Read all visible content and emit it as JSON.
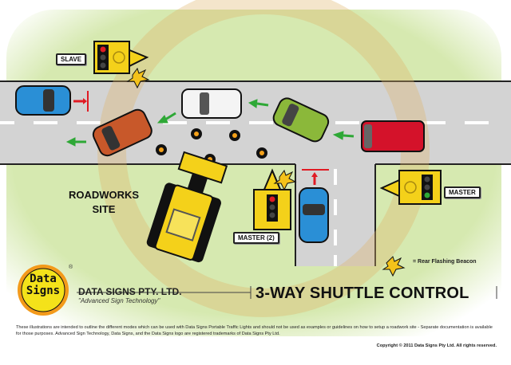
{
  "diagram": {
    "title": "3-WAY SHUTTLE CONTROL",
    "area_label_line1": "ROADWORKS",
    "area_label_line2": "SITE",
    "signals": [
      {
        "id": "slave",
        "label": "SLAVE",
        "light_active": "red"
      },
      {
        "id": "master",
        "label": "MASTER",
        "light_active": "green"
      },
      {
        "id": "master2",
        "label": "MASTER (2)",
        "light_active": "red"
      }
    ],
    "legend": {
      "beacon_text": "= Rear Flashing Beacon"
    },
    "vehicles": [
      {
        "id": "blue-car-left",
        "color": "#2a8fd6",
        "state": "stopped"
      },
      {
        "id": "white-car",
        "color": "#f4f4f4",
        "state": "moving-left"
      },
      {
        "id": "orange-car",
        "color": "#c8582a",
        "state": "moving-left"
      },
      {
        "id": "green-car",
        "color": "#8bb83a",
        "state": "moving-left"
      },
      {
        "id": "red-van",
        "color": "#d4122a",
        "state": "moving-left"
      },
      {
        "id": "blue-car-side",
        "color": "#2a8fd6",
        "state": "stopped"
      }
    ],
    "colors": {
      "grass": "#d9ebb5",
      "road": "#d3d3d3",
      "arrow_green": "#2ea836",
      "stop_red": "#e01b24",
      "signal_yellow": "#f4d11a",
      "watermark": "#e8c98a"
    }
  },
  "company": {
    "logo_line1": "Data",
    "logo_line2": "Signs",
    "name": "DATA SIGNS PTY. LTD.",
    "tagline": "\"Advanced Sign Technology\"",
    "registered_mark": "®"
  },
  "footer": {
    "disclaimer": "These illustrations are intended to outline the different modes which can be used with Data Signs Portable Traffic Lights and should not be used as examples or guidelines on how to setup a roadwork site - Separate documentation is available for those purposes. Advanced Sign Technology, Data Signs, and the Data Signs logo are registered trademarks of Data Signs Pty Ltd.",
    "copyright": "Copyright © 2011 Data Signs Pty Ltd. All rights reserved."
  }
}
